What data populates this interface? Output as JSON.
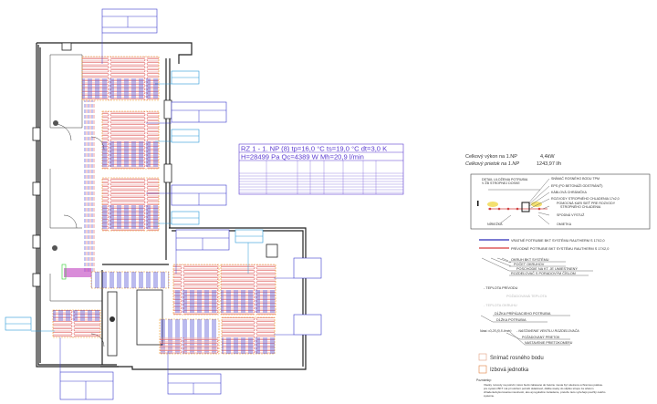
{
  "table": {
    "title_line1": "RZ 1 - 1. NP (8)  tp=16,0 °C  ts=19,0 °C  dt=3,0 K",
    "title_line2": "H=28499 Pa   Qc=4389 W   Mh=20,9 l/min"
  },
  "totals": {
    "power_label": "Celkový výkon na 1.NP",
    "power_value": "4,4kW",
    "flow_label": "Celkový prietok na 1.NP",
    "flow_value": "1243,97 l/h"
  },
  "detail": {
    "title_line1": "DETAIL ULOŽENIA POTRUBIA",
    "title_line2": "V ŽB STROPNEJ DOSKE",
    "labels": [
      "SNÍMAČ ROSNÉHO BODU TPM",
      "EPS (PO BETONÁŽI ODSTRÁNIŤ)",
      "KÁBLOVÁ CHRÁNIČKA",
      "ROZVODY STROPNÉHO CHLADENIA 17x2,0",
      "POMOCNÁ KARI SIEŤ PRE ROZVODY",
      "STROPNÉHO CHLADENIA",
      "SPODNÁ VÝSTUŽ",
      "OMIETKA"
    ],
    "bottom_left_label": "NÍRIEŽKA"
  },
  "legend": {
    "return_pipe": "VRATNÉ POTRUBIE BKT SYSTÉMU RAUTHERM S 17X2,0",
    "supply_pipe": "PRÍVODNÉ POTRUBIE BKT SYSTÉMU RAUTHERM S 17X2,0",
    "circuit_items": [
      "OKRUH BKT SYSTÉMU",
      "POČET OKRUHOV",
      "POSCHODIE NA KT. JE UMIESTNENÝ",
      "ROZDEĽOVAČ S PORADOVÝM ČÍSLOM"
    ],
    "temp_supply": "- TEPLOTA PRÍVODU",
    "temp_room": "POŽADOVANÁ TEPLOTA",
    "temp_other": "- TEPLOTA OKRUHU",
    "length_items": [
      "DĹŽKA PRÍPÁJACIEHO POTRUBIA",
      "DĹŽKA POTRUBIA"
    ],
    "valve_prefix": "Nast.=0,25 (0,5 l/min)",
    "valve_items": [
      "- NASTAVENIE VENTILU ROZDEĽOVAČA",
      "POŽADOVANÝ PRIETOK",
      "NASTAVENIE PRIETOKOMERU"
    ],
    "dew_sensor": "Snímač rosného bodu",
    "room_unit": "Izbová jednotka"
  },
  "notes": {
    "title": "Poznámky:",
    "lines": [
      "Všetky rozvody na potrubí, ktoré budú zaliavané do betónu musia byť ošetrené ochrannou páskou.",
      "pre systém BKT má pri uložení potrubí skladovať, ďalšie úseky do stĺpiku stropu za účelom",
      "chladenia/vykurovania miestnosti, ako aj regulačné zariadenie, pretože tieto vyrieňajú použitý celého",
      "systému."
    ]
  },
  "colors": {
    "supply": "#d83a3a",
    "return": "#2a2ab8",
    "label_border": "#3a3acc",
    "zone_border": "#f0a030"
  }
}
